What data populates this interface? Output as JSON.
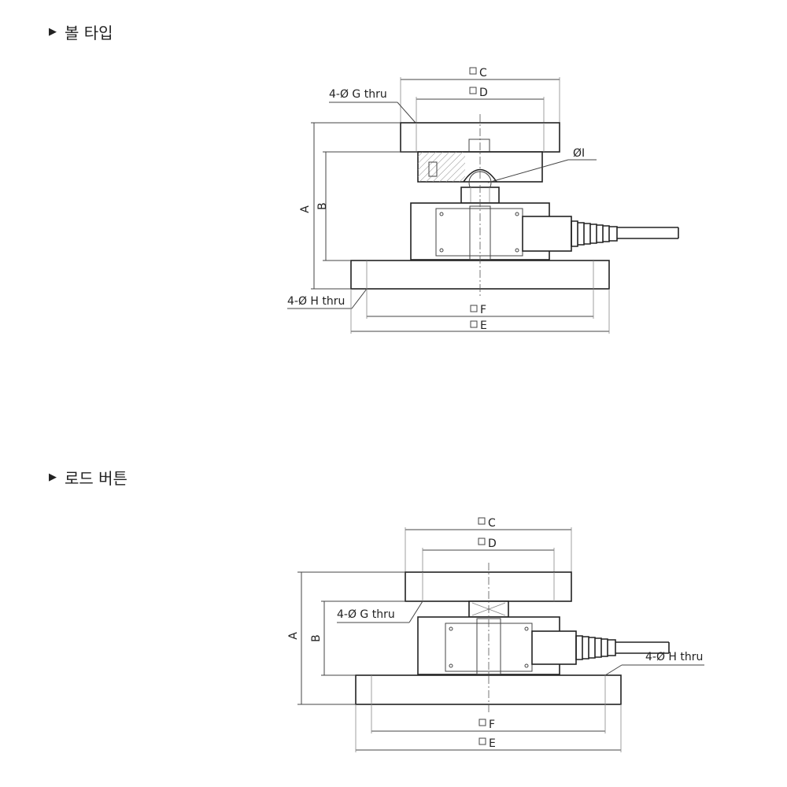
{
  "sections": [
    {
      "title": "볼 타입",
      "labels": {
        "c": "C",
        "d": "D",
        "g": "4-Ø G thru",
        "i": "ØI",
        "a": "A",
        "b": "B",
        "h": "4-Ø H thru",
        "f": "F",
        "e": "E"
      }
    },
    {
      "title": "로드 버튼",
      "labels": {
        "c": "C",
        "d": "D",
        "g": "4-Ø G thru",
        "a": "A",
        "b": "B",
        "h": "4-Ø H thru",
        "f": "F",
        "e": "E"
      }
    }
  ],
  "icons": {
    "bullet": "triangle-right-icon",
    "square": "square-symbol-icon"
  }
}
